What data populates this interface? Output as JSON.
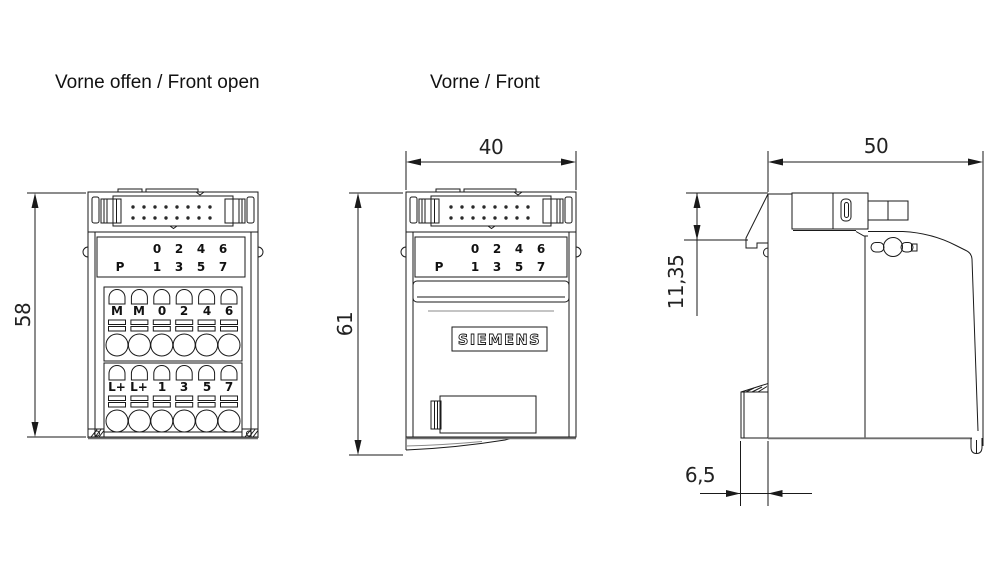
{
  "titles": {
    "front_open": "Vorne offen / Front open",
    "front": "Vorne / Front"
  },
  "dimensions": {
    "front_open_height_mm": "58",
    "front_width_mm": "40",
    "front_height_mm": "61",
    "side_depth_mm": "50",
    "side_connector_offset_mm": "11,35",
    "side_foot_depth_mm": "6,5"
  },
  "front_open_view": {
    "port_row_top": [
      "0",
      "2",
      "4",
      "6"
    ],
    "port_row_bottom_prefix": "P",
    "port_row_bottom": [
      "1",
      "3",
      "5",
      "7"
    ],
    "upper_terminal_labels": [
      "M",
      "M",
      "0",
      "2",
      "4",
      "6"
    ],
    "lower_terminal_labels": [
      "L+",
      "L+",
      "1",
      "3",
      "5",
      "7"
    ]
  },
  "front_view": {
    "port_row_top": [
      "0",
      "2",
      "4",
      "6"
    ],
    "port_row_bottom_prefix": "P",
    "port_row_bottom": [
      "1",
      "3",
      "5",
      "7"
    ],
    "brand_label": "SIEMENS"
  },
  "colors": {
    "line": "#1a1a1a",
    "line_soft": "#8a8a8a",
    "background": "#ffffff"
  }
}
